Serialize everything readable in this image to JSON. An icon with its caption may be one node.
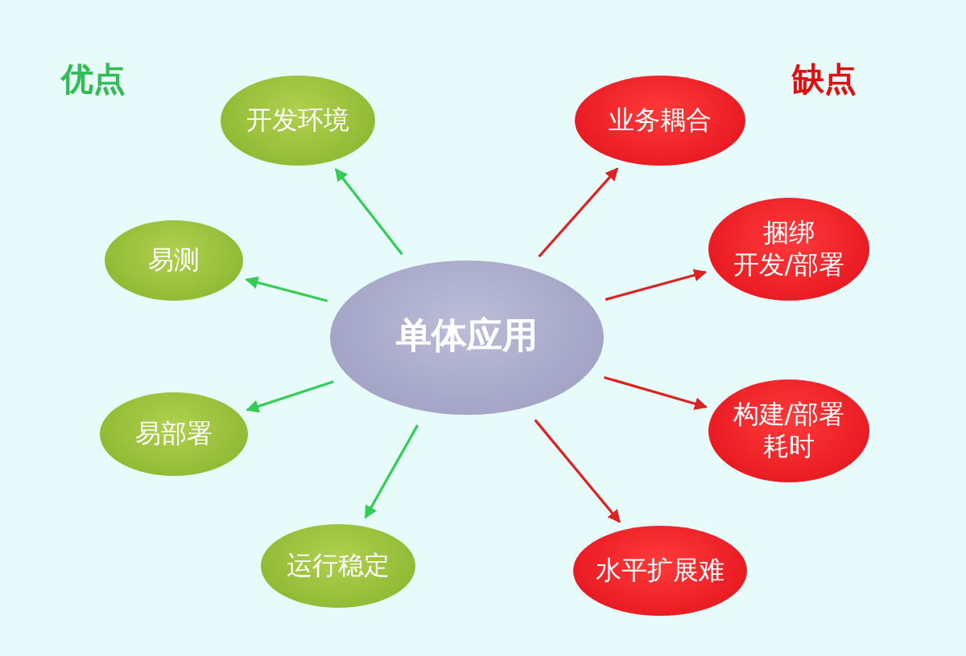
{
  "diagram": {
    "nodes": [
      {
        "text": [
          "单体应用"
        ]
      },
      {
        "text": [
          "开发环境"
        ]
      },
      {
        "text": [
          "易测"
        ]
      },
      {
        "text": [
          "易部署"
        ]
      },
      {
        "text": [
          "运行稳定"
        ]
      },
      {
        "text": [
          "业务耦合"
        ]
      },
      {
        "text": [
          "捆绑",
          "开发/部署"
        ]
      },
      {
        "text": [
          "构建/部署耗时"
        ]
      },
      {
        "text": [
          "水平扩展难"
        ]
      }
    ],
    "edges": [
      {
        "from": 0,
        "to": 1,
        "arrow": "to",
        "color": "#33cc55"
      },
      {
        "from": 0,
        "to": 2,
        "arrow": "to",
        "color": "#33cc55"
      },
      {
        "from": 0,
        "to": 3,
        "arrow": "to",
        "color": "#33cc55"
      },
      {
        "from": 0,
        "to": 4,
        "arrow": "to",
        "color": "#33cc55"
      },
      {
        "from": 0,
        "to": 5,
        "arrow": "to",
        "color": "#dd2222"
      },
      {
        "from": 0,
        "to": 6,
        "arrow": "to",
        "color": "#dd2222"
      },
      {
        "from": 0,
        "to": 7,
        "arrow": "to",
        "color": "#dd2222"
      },
      {
        "from": 0,
        "to": 8,
        "arrow": "to",
        "color": "#dd2222"
      }
    ],
    "labels": [
      "优点",
      "缺点"
    ]
  }
}
